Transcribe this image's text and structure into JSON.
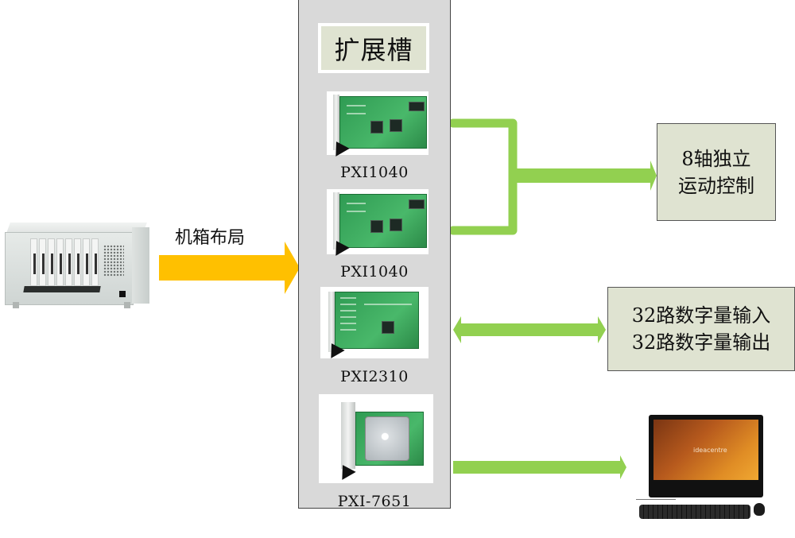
{
  "chassis": {
    "label": "机箱布局",
    "image": "pxi-chassis-image"
  },
  "slot_panel": {
    "title": "扩展槽",
    "cards": [
      {
        "model": "PXI1040",
        "image": "motion-control-card-image"
      },
      {
        "model": "PXI1040",
        "image": "motion-control-card-image"
      },
      {
        "model": "PXI2310",
        "image": "digital-io-card-image"
      },
      {
        "model": "PXI-7651",
        "image": "controller-card-image"
      }
    ]
  },
  "targets": {
    "motion": {
      "lines": [
        "8轴独立",
        "运动控制"
      ]
    },
    "digital_io": {
      "lines": [
        "32路数字量输入",
        "32路数字量输出"
      ]
    },
    "computer": {
      "image": "all-in-one-computer-image",
      "brand": "ideacentre"
    }
  },
  "colors": {
    "chassis_arrow": "#ffc000",
    "connector_arrows": "#92d050",
    "panel_bg": "#d9d9d9",
    "box_bg": "#dfe3d1"
  }
}
